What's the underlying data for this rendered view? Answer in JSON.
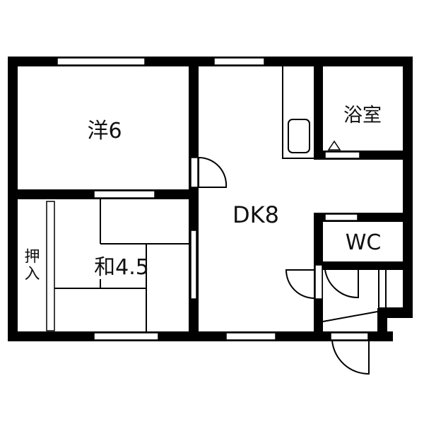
{
  "floor_plan": {
    "rooms": [
      {
        "id": "western-room",
        "label": "洋6"
      },
      {
        "id": "japanese-room",
        "label": "和4.5"
      },
      {
        "id": "dining-kitchen",
        "label": "DK8"
      },
      {
        "id": "bathroom",
        "label": "浴室"
      },
      {
        "id": "toilet",
        "label": "WC"
      },
      {
        "id": "closet",
        "label": "押入"
      }
    ],
    "colors": {
      "wall": "#000000",
      "background": "#ffffff",
      "line": "#000000"
    }
  }
}
